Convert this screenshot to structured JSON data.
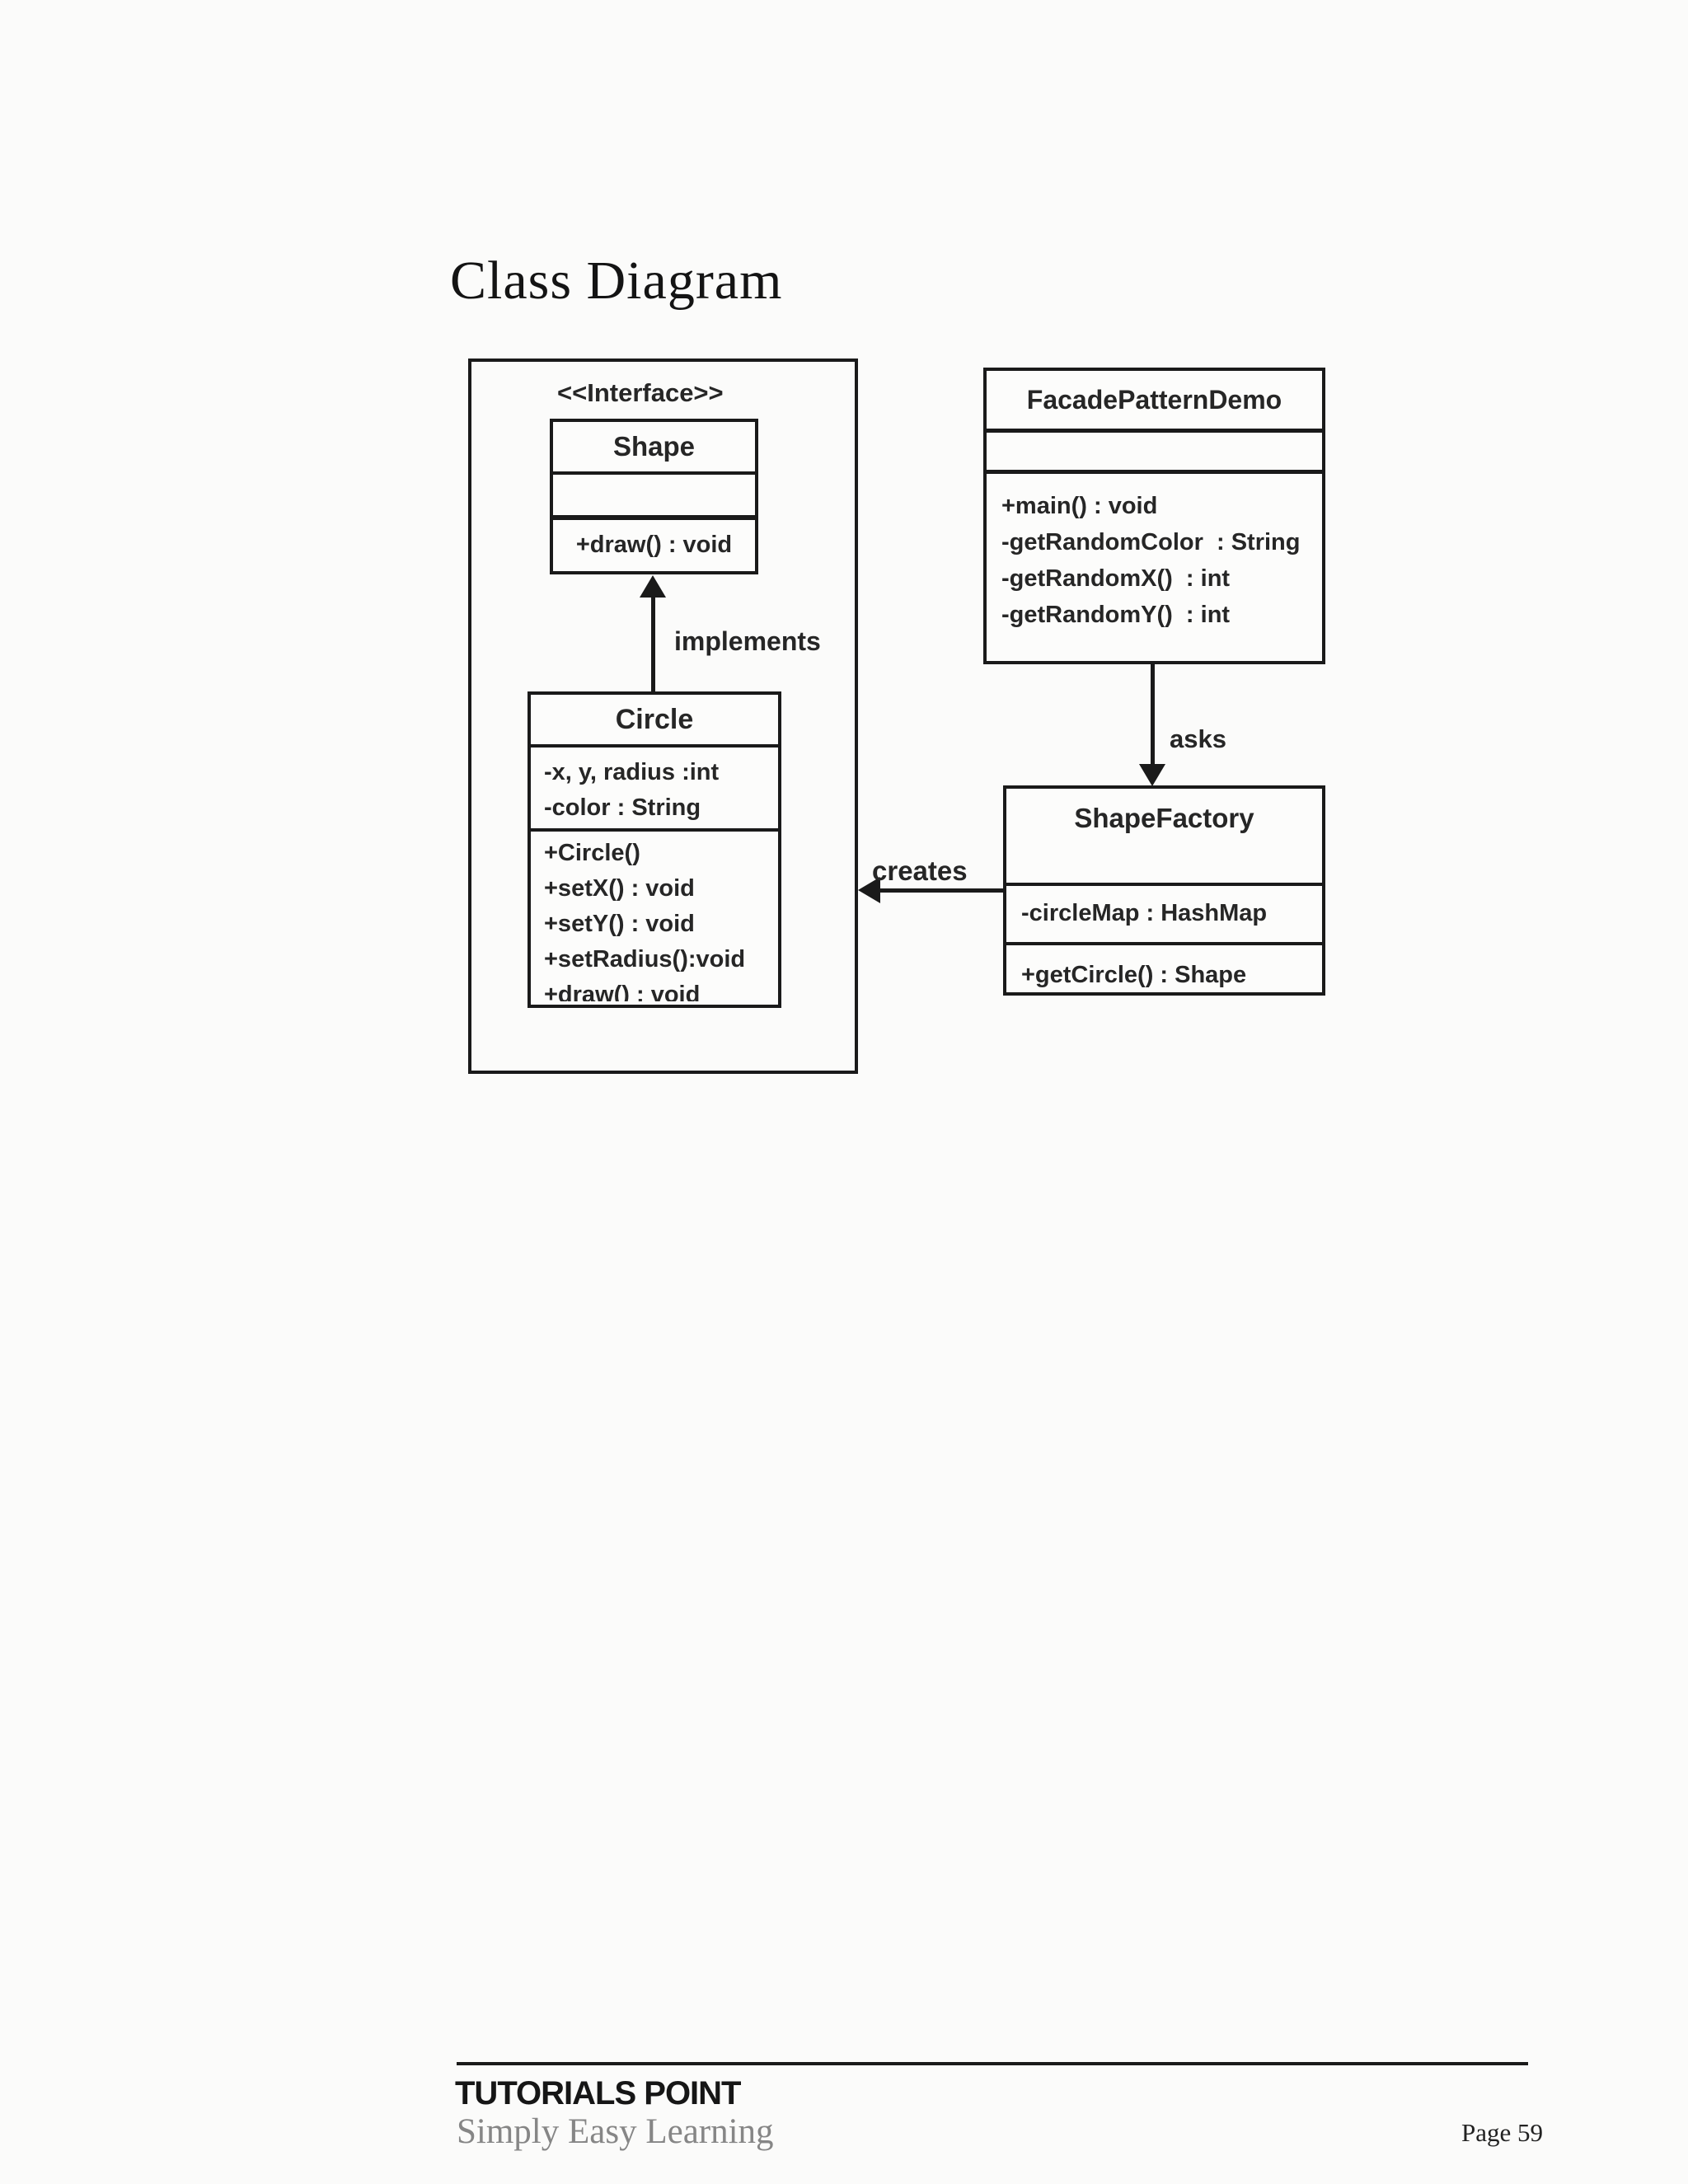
{
  "page": {
    "title": "Class Diagram",
    "footer": {
      "brand": "TUTORIALS POINT",
      "tagline": "Simply Easy Learning",
      "page_number": "Page 59"
    }
  },
  "diagram": {
    "stereotype": "<<Interface>>",
    "shape": {
      "name": "Shape",
      "methods": [
        "+draw() : void"
      ]
    },
    "circle": {
      "name": "Circle",
      "attributes": [
        "-x, y, radius :int",
        "-color : String"
      ],
      "methods": [
        "+Circle()",
        "+setX() : void",
        "+setY() : void",
        "+setRadius():void",
        "+draw() : void"
      ]
    },
    "facade": {
      "name": "FacadePatternDemo",
      "methods": [
        "+main() : void",
        "-getRandomColor  : String",
        "-getRandomX()  : int",
        "-getRandomY()  : int"
      ]
    },
    "factory": {
      "name": "ShapeFactory",
      "attributes": [
        "-circleMap : HashMap"
      ],
      "methods": [
        "+getCircle() : Shape"
      ]
    },
    "relations": {
      "implements": "implements",
      "asks": "asks",
      "creates": "creates"
    }
  },
  "colors": {
    "ink": "#262626",
    "border": "#1a1a1a",
    "background": "#fbfbfa",
    "tagline_gray": "#868686"
  }
}
